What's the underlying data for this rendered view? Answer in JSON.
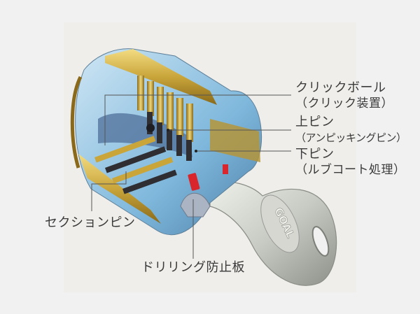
{
  "diagram": {
    "subject": "cutaway-cylinder-lock-with-key",
    "key_logo": "GOAL",
    "colors": {
      "background": "#f1f1f2",
      "panel": "#efeeea",
      "brass": "#c9a53a",
      "steel_blue": "#7fb8dc",
      "key_silver": "#c8cbc4",
      "anti_drill_red": "#d8262c",
      "label_text": "#3a3a3a",
      "leader_line": "#555555"
    },
    "callouts": [
      {
        "title": "クリックボール",
        "note": "（クリック装置）"
      },
      {
        "title": "上ピン",
        "note": "（アンピッキングピン）"
      },
      {
        "title": "下ピン",
        "note": "（ルブコート処理）"
      },
      {
        "title": "セクションピン"
      },
      {
        "title": "ドリリング防止板"
      }
    ]
  }
}
